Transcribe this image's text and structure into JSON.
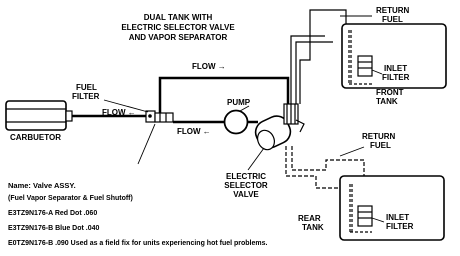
{
  "title": {
    "line1": "DUAL TANK WITH",
    "line2": "ELECTRIC SELECTOR VALVE",
    "line3": "AND VAPOR SEPARATOR"
  },
  "labels": {
    "flow_top": "FLOW →",
    "flow_left": "FLOW ←",
    "flow_mid": "FLOW ←",
    "fuel_filter_line1": "FUEL",
    "fuel_filter_line2": "FILTER",
    "carburetor": "CARBUETOR",
    "pump": "PUMP",
    "return_fuel_top_line1": "RETURN",
    "return_fuel_top_line2": "FUEL",
    "inlet_filter_top_line1": "INLET",
    "inlet_filter_top_line2": "FILTER",
    "front_tank_line1": "FRONT",
    "front_tank_line2": "TANK",
    "return_fuel_bottom_line1": "RETURN",
    "return_fuel_bottom_line2": "FUEL",
    "rear_tank_line1": "REAR",
    "rear_tank_line2": "TANK",
    "inlet_filter_bottom_line1": "INLET",
    "inlet_filter_bottom_line2": "FILTER",
    "selector_valve_line1": "ELECTRIC",
    "selector_valve_line2": "SELECTOR",
    "selector_valve_line3": "VALVE"
  },
  "notes": {
    "name": "Name: Valve ASSY.",
    "description": "(Fuel Vapor Separator & Fuel Shutoff)",
    "part1": "E3TZ9N176-A Red Dot .060",
    "part2": "E3TZ9N176-B Blue Dot .040",
    "part3": "E0TZ9N176-B .090 Used as a field fix for units experiencing hot fuel problems."
  }
}
